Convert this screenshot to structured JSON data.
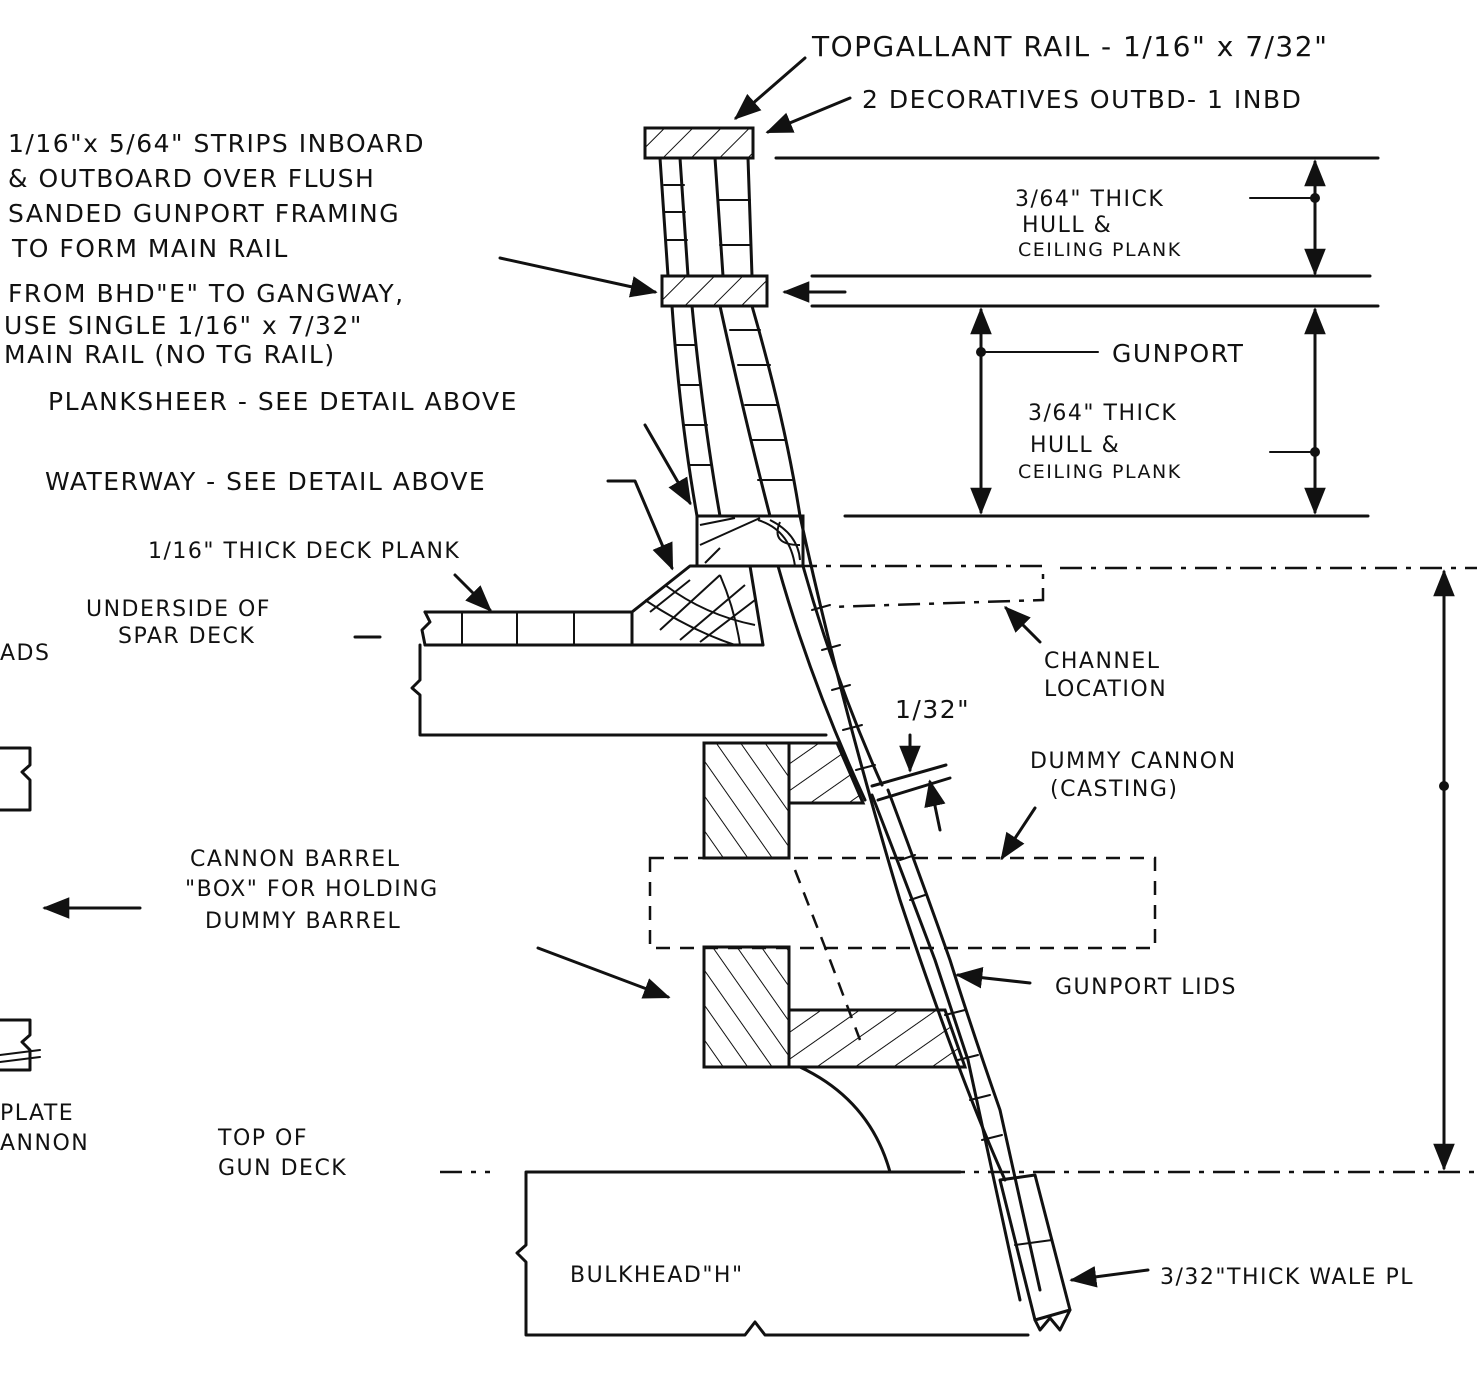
{
  "labels": {
    "topgallant_rail": "TOPGALLANT RAIL - 1/16\" x 7/32\"",
    "decoratives": "2 DECORATIVES OUTBD- 1 INBD",
    "strips_1": "1/16\"x 5/64\" STRIPS INBOARD",
    "strips_2": "& OUTBOARD OVER FLUSH",
    "strips_3": "SANDED GUNPORT FRAMING",
    "strips_4": "TO FORM MAIN RAIL",
    "bhd_1": "FROM BHD\"E\" TO GANGWAY,",
    "bhd_2": "USE SINGLE 1/16\" x 7/32\"",
    "bhd_3": "MAIN RAIL (NO TG RAIL)",
    "thick_upper_1": "3/64\" THICK",
    "thick_upper_2": "HULL &",
    "thick_upper_3": "CEILING PLANK",
    "gunport": "GUNPORT",
    "thick_lower_1": "3/64\" THICK",
    "thick_lower_2": "HULL &",
    "thick_lower_3": "CEILING PLANK",
    "planksheer": "PLANKSHEER - SEE DETAIL ABOVE",
    "waterway": "WATERWAY - SEE DETAIL ABOVE",
    "deck_plank": "1/16\" THICK DECK PLANK",
    "spar_deck_1": "UNDERSIDE OF",
    "spar_deck_2": "SPAR DECK",
    "ads_fragment": "ADS",
    "channel_1": "CHANNEL",
    "channel_2": "LOCATION",
    "gap": "1/32\"",
    "dummy_1": "DUMMY CANNON",
    "dummy_2": "(CASTING)",
    "barrel_1": "CANNON BARREL",
    "barrel_2": "\"BOX\" FOR HOLDING",
    "barrel_3": "DUMMY BARREL",
    "gunport_lids": "GUNPORT LIDS",
    "plate_fragment": "PLATE",
    "cannon_fragment": "ANNON",
    "gun_deck_1": "TOP OF",
    "gun_deck_2": "GUN DECK",
    "bulkhead": "BULKHEAD\"H\"",
    "wale": "3/32\"THICK WALE PL"
  }
}
